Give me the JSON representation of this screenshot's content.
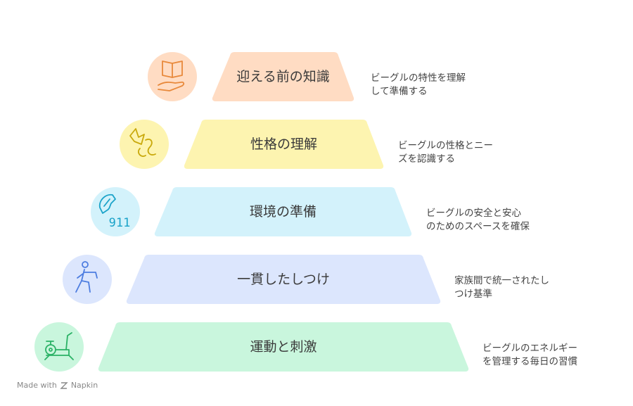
{
  "levels": [
    {
      "label": "迎える前の知識",
      "desc_lines": [
        "ビーグルの特性を理解",
        "して準備する"
      ],
      "icon": "book-hand-icon",
      "fill": "#ffdcc3",
      "circle": "#ffdcc3",
      "stroke": "#e8893b"
    },
    {
      "label": "性格の理解",
      "desc_lines": [
        "ビーグルの性格とニー",
        "ズを認識する"
      ],
      "icon": "puzzle-thought-icon",
      "fill": "#fdf4b0",
      "circle": "#fdf4b0",
      "stroke": "#c9a90c"
    },
    {
      "label": "環境の準備",
      "desc_lines": [
        "ビーグルの安全と安心",
        "のためのスペースを確保"
      ],
      "icon": "phone-911-icon",
      "fill": "#d3f2fb",
      "circle": "#d3f2fb",
      "stroke": "#1ba3c9",
      "icon_text": "911"
    },
    {
      "label": "一貫したしつけ",
      "desc_lines": [
        "家族間で統一されたし",
        "つけ基準"
      ],
      "icon": "person-exercise-icon",
      "fill": "#dce6fd",
      "circle": "#dce6fd",
      "stroke": "#4d7de0"
    },
    {
      "label": "運動と刺激",
      "desc_lines": [
        "ビーグルのエネルギー",
        "を管理する毎日の習慣"
      ],
      "icon": "exercise-bike-icon",
      "fill": "#c9f6dd",
      "circle": "#c9f6dd",
      "stroke": "#2bb266"
    }
  ],
  "footer": {
    "text": "Made with",
    "brand": "Napkin",
    "icon": "napkin-logo-icon"
  }
}
